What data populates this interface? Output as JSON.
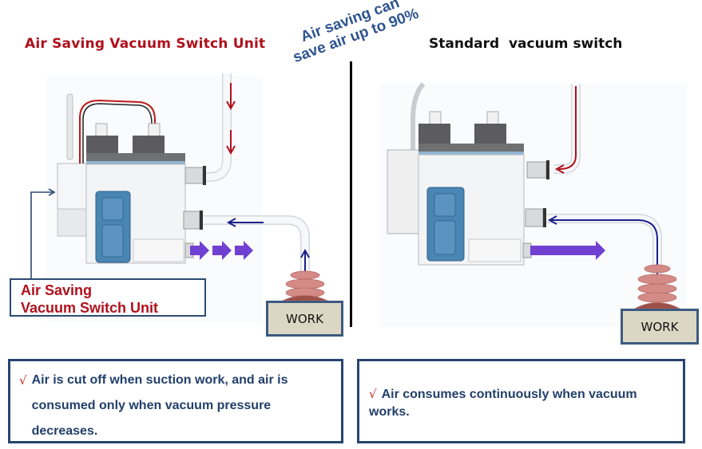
{
  "left_panel": {
    "title": "Air Saving Vacuum Switch Unit",
    "label_box": {
      "line1": "Air Saving",
      "line2": "Vacuum Switch Unit"
    },
    "work_label": "WORK",
    "info": {
      "check": "√",
      "text": "Air is cut off when suction work, and air is consumed only when vacuum pressure decreases."
    }
  },
  "callout": {
    "line1": "Air saving can",
    "line2": "save air up to 90%"
  },
  "right_panel": {
    "title": "Standard  vacuum switch",
    "work_label": "WORK",
    "info": {
      "check": "√",
      "text": "Air consumes continuously when vacuum works."
    }
  },
  "colors": {
    "accent_red": "#b0101c",
    "navy": "#27456e",
    "supply_arrow": "#b0101c",
    "vacuum_arrow": "#1b1f8a",
    "exhaust_arrow": "#7040d0",
    "module_blue": "#4a86b4",
    "suction_cup": "#d48a86",
    "work_fill": "#dcd7c4"
  }
}
